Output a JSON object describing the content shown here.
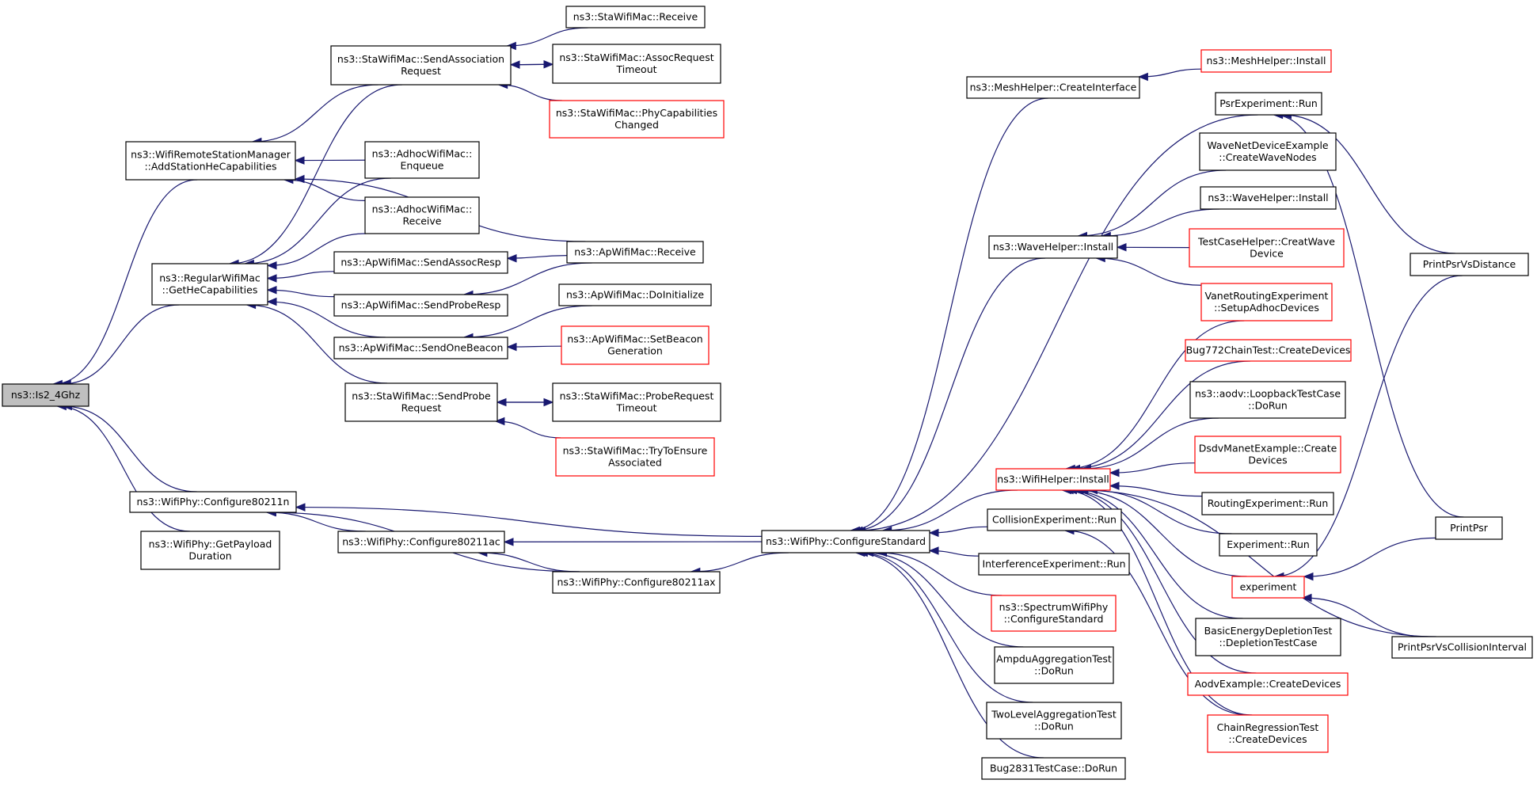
{
  "graph_title": "",
  "colors": {
    "edge": "#191970",
    "normal_border": "#000000",
    "truncated_border": "#ff0000",
    "root_fill": "#bfbfbf"
  },
  "nodes": [
    {
      "id": "root",
      "lines": [
        "ns3::Is2_4Ghz"
      ],
      "style": "root"
    },
    {
      "id": "wrsm",
      "lines": [
        "ns3::WifiRemoteStationManager",
        "::AddStationHeCapabilities"
      ],
      "style": "normal"
    },
    {
      "id": "rwm",
      "lines": [
        "ns3::RegularWifiMac",
        "::GetHeCapabilities"
      ],
      "style": "normal"
    },
    {
      "id": "c80211n",
      "lines": [
        "ns3::WifiPhy::Configure80211n"
      ],
      "style": "normal"
    },
    {
      "id": "gpd",
      "lines": [
        "ns3::WifiPhy::GetPayload",
        "Duration"
      ],
      "style": "normal"
    },
    {
      "id": "ssar",
      "lines": [
        "ns3::StaWifiMac::SendAssociation",
        "Request"
      ],
      "style": "normal"
    },
    {
      "id": "awme",
      "lines": [
        "ns3::AdhocWifiMac::",
        "Enqueue"
      ],
      "style": "normal"
    },
    {
      "id": "awmr",
      "lines": [
        "ns3::AdhocWifiMac::",
        "Receive"
      ],
      "style": "normal"
    },
    {
      "id": "asar",
      "lines": [
        "ns3::ApWifiMac::SendAssocResp"
      ],
      "style": "normal"
    },
    {
      "id": "aspr",
      "lines": [
        "ns3::ApWifiMac::SendProbeResp"
      ],
      "style": "normal"
    },
    {
      "id": "asob",
      "lines": [
        "ns3::ApWifiMac::SendOneBeacon"
      ],
      "style": "normal"
    },
    {
      "id": "sspr",
      "lines": [
        "ns3::StaWifiMac::SendProbe",
        "Request"
      ],
      "style": "normal"
    },
    {
      "id": "c80211ac",
      "lines": [
        "ns3::WifiPhy::Configure80211ac"
      ],
      "style": "normal"
    },
    {
      "id": "c80211ax",
      "lines": [
        "ns3::WifiPhy::Configure80211ax"
      ],
      "style": "normal"
    },
    {
      "id": "swmr",
      "lines": [
        "ns3::StaWifiMac::Receive"
      ],
      "style": "normal"
    },
    {
      "id": "sart",
      "lines": [
        "ns3::StaWifiMac::AssocRequest",
        "Timeout"
      ],
      "style": "normal"
    },
    {
      "id": "spcc",
      "lines": [
        "ns3::StaWifiMac::PhyCapabilities",
        "Changed"
      ],
      "style": "red"
    },
    {
      "id": "awmrc",
      "lines": [
        "ns3::ApWifiMac::Receive"
      ],
      "style": "normal"
    },
    {
      "id": "adoi",
      "lines": [
        "ns3::ApWifiMac::DoInitialize"
      ],
      "style": "normal"
    },
    {
      "id": "asbg",
      "lines": [
        "ns3::ApWifiMac::SetBeacon",
        "Generation"
      ],
      "style": "red"
    },
    {
      "id": "sprt",
      "lines": [
        "ns3::StaWifiMac::ProbeRequest",
        "Timeout"
      ],
      "style": "normal"
    },
    {
      "id": "stea",
      "lines": [
        "ns3::StaWifiMac::TryToEnsure",
        "Associated"
      ],
      "style": "red"
    },
    {
      "id": "cfgstd",
      "lines": [
        "ns3::WifiPhy::ConfigureStandard"
      ],
      "style": "normal"
    },
    {
      "id": "mhci",
      "lines": [
        "ns3::MeshHelper::CreateInterface"
      ],
      "style": "normal"
    },
    {
      "id": "whi",
      "lines": [
        "ns3::WaveHelper::Install"
      ],
      "style": "normal"
    },
    {
      "id": "wfhi",
      "lines": [
        "ns3::WifiHelper::Install"
      ],
      "style": "red"
    },
    {
      "id": "cer",
      "lines": [
        "CollisionExperiment::Run"
      ],
      "style": "normal"
    },
    {
      "id": "ier",
      "lines": [
        "InterferenceExperiment::Run"
      ],
      "style": "normal"
    },
    {
      "id": "swpcs",
      "lines": [
        "ns3::SpectrumWifiPhy",
        "::ConfigureStandard"
      ],
      "style": "red"
    },
    {
      "id": "aatd",
      "lines": [
        "AmpduAggregationTest",
        "::DoRun"
      ],
      "style": "normal"
    },
    {
      "id": "tlat",
      "lines": [
        "TwoLevelAggregationTest",
        "::DoRun"
      ],
      "style": "normal"
    },
    {
      "id": "b2831",
      "lines": [
        "Bug2831TestCase::DoRun"
      ],
      "style": "normal"
    },
    {
      "id": "mhinst",
      "lines": [
        "ns3::MeshHelper::Install"
      ],
      "style": "red"
    },
    {
      "id": "pser",
      "lines": [
        "PsrExperiment::Run"
      ],
      "style": "normal"
    },
    {
      "id": "wnde",
      "lines": [
        "WaveNetDeviceExample",
        "::CreateWaveNodes"
      ],
      "style": "normal"
    },
    {
      "id": "whinst2",
      "lines": [
        "ns3::WaveHelper::Install"
      ],
      "style": "normal"
    },
    {
      "id": "tchcwd",
      "lines": [
        "TestCaseHelper::CreatWave",
        "Device"
      ],
      "style": "red"
    },
    {
      "id": "vre",
      "lines": [
        "VanetRoutingExperiment",
        "::SetupAdhocDevices"
      ],
      "style": "red"
    },
    {
      "id": "b772",
      "lines": [
        "Bug772ChainTest::CreateDevices"
      ],
      "style": "red"
    },
    {
      "id": "aodvlb",
      "lines": [
        "ns3::aodv::LoopbackTestCase",
        "::DoRun"
      ],
      "style": "normal"
    },
    {
      "id": "dsdv",
      "lines": [
        "DsdvManetExample::Create",
        "Devices"
      ],
      "style": "red"
    },
    {
      "id": "rer",
      "lines": [
        "RoutingExperiment::Run"
      ],
      "style": "normal"
    },
    {
      "id": "expr",
      "lines": [
        "Experiment::Run"
      ],
      "style": "normal"
    },
    {
      "id": "exper",
      "lines": [
        "experiment"
      ],
      "style": "red"
    },
    {
      "id": "bedt",
      "lines": [
        "BasicEnergyDepletionTest",
        "::DepletionTestCase"
      ],
      "style": "normal"
    },
    {
      "id": "aodvex",
      "lines": [
        "AodvExample::CreateDevices"
      ],
      "style": "red"
    },
    {
      "id": "crt",
      "lines": [
        "ChainRegressionTest",
        "::CreateDevices"
      ],
      "style": "red"
    },
    {
      "id": "ppvd",
      "lines": [
        "PrintPsrVsDistance"
      ],
      "style": "normal"
    },
    {
      "id": "ppsr",
      "lines": [
        "PrintPsr"
      ],
      "style": "normal"
    },
    {
      "id": "ppvci",
      "lines": [
        "PrintPsrVsCollisionInterval"
      ],
      "style": "normal"
    }
  ],
  "edges": [
    [
      "wrsm",
      "root"
    ],
    [
      "rwm",
      "root"
    ],
    [
      "c80211n",
      "root"
    ],
    [
      "gpd",
      "root"
    ],
    [
      "ssar",
      "wrsm"
    ],
    [
      "awme",
      "wrsm"
    ],
    [
      "awmr",
      "wrsm"
    ],
    [
      "awmrc",
      "wrsm"
    ],
    [
      "ssar",
      "rwm"
    ],
    [
      "awme",
      "rwm"
    ],
    [
      "awmr",
      "rwm"
    ],
    [
      "asar",
      "rwm"
    ],
    [
      "aspr",
      "rwm"
    ],
    [
      "asob",
      "rwm"
    ],
    [
      "sspr",
      "rwm"
    ],
    [
      "c80211ac",
      "c80211n"
    ],
    [
      "c80211ax",
      "c80211n"
    ],
    [
      "cfgstd",
      "c80211n"
    ],
    [
      "cfgstd",
      "c80211ac"
    ],
    [
      "c80211ax",
      "c80211ac"
    ],
    [
      "cfgstd",
      "c80211ax"
    ],
    [
      "swmr",
      "ssar"
    ],
    [
      "sart",
      "ssar"
    ],
    [
      "ssar",
      "sart"
    ],
    [
      "spcc",
      "ssar"
    ],
    [
      "awmrc",
      "asar"
    ],
    [
      "awmrc",
      "aspr"
    ],
    [
      "adoi",
      "asob"
    ],
    [
      "asbg",
      "asob"
    ],
    [
      "sprt",
      "sspr"
    ],
    [
      "sspr",
      "sprt"
    ],
    [
      "stea",
      "sspr"
    ],
    [
      "mhci",
      "cfgstd"
    ],
    [
      "whi",
      "cfgstd"
    ],
    [
      "wfhi",
      "cfgstd"
    ],
    [
      "cer",
      "cfgstd"
    ],
    [
      "ier",
      "cfgstd"
    ],
    [
      "swpcs",
      "cfgstd"
    ],
    [
      "aatd",
      "cfgstd"
    ],
    [
      "tlat",
      "cfgstd"
    ],
    [
      "b2831",
      "cfgstd"
    ],
    [
      "pser",
      "cfgstd"
    ],
    [
      "mhinst",
      "mhci"
    ],
    [
      "wnde",
      "whi"
    ],
    [
      "whinst2",
      "whi"
    ],
    [
      "tchcwd",
      "whi"
    ],
    [
      "vre",
      "whi"
    ],
    [
      "vre",
      "wfhi"
    ],
    [
      "b772",
      "wfhi"
    ],
    [
      "aodvlb",
      "wfhi"
    ],
    [
      "dsdv",
      "wfhi"
    ],
    [
      "rer",
      "wfhi"
    ],
    [
      "expr",
      "wfhi"
    ],
    [
      "exper",
      "wfhi"
    ],
    [
      "bedt",
      "wfhi"
    ],
    [
      "aodvex",
      "wfhi"
    ],
    [
      "crt",
      "wfhi"
    ],
    [
      "ppvci",
      "wfhi"
    ],
    [
      "crt",
      "cer"
    ],
    [
      "ppvd",
      "pser"
    ],
    [
      "ppsr",
      "pser"
    ],
    [
      "ppvd",
      "exper"
    ],
    [
      "ppsr",
      "exper"
    ],
    [
      "ppvci",
      "exper"
    ]
  ]
}
